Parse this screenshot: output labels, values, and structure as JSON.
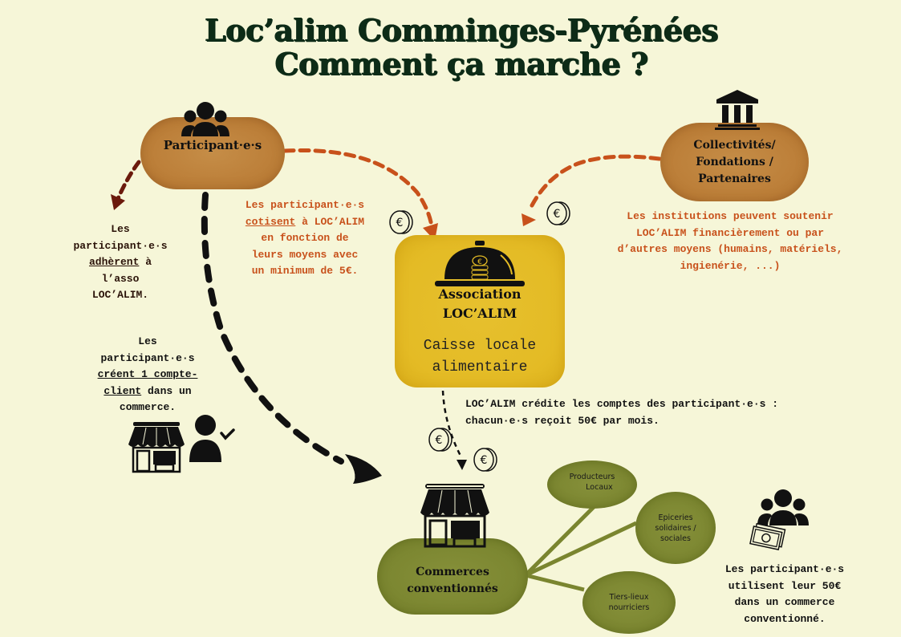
{
  "title": {
    "line1": "Loc’alim Comminges-Pyrénées",
    "line2": "Comment ça marche ?"
  },
  "nodes": {
    "participants": {
      "label": "Participant·e·s",
      "icon": "group-icon"
    },
    "partners": {
      "line1": "Collectivités/",
      "line2": "Fondations /",
      "line3": "Partenaires",
      "icon": "institution-building-icon"
    },
    "association": {
      "line1": "Association",
      "line2": "LOC’ALIM",
      "subtitle1": "Caisse locale",
      "subtitle2": "alimentaire",
      "icon": "cloche-coins-icon"
    },
    "commerces": {
      "line1": "Commerces",
      "line2": "conventionnés",
      "icon": "shop-icon"
    }
  },
  "commerce_types": [
    {
      "line1": "Producteurs",
      "line2": "Locaux"
    },
    {
      "line1": "Epiceries",
      "line2": "solidaires /",
      "line3": "sociales"
    },
    {
      "line1": "Tiers-lieux",
      "line2": "nourriciers"
    }
  ],
  "annotations": {
    "adhesion": {
      "l1": "Les",
      "l2": "participant·e·s",
      "l3_u": "adhèrent",
      "l3_rest": " à",
      "l4": "l’asso",
      "l5": "LOC’ALIM."
    },
    "cotisation": {
      "l1": "Les participant·e·s",
      "l2_u": "cotisent",
      "l2_rest": " à LOC’ALIM",
      "l3": "en fonction de",
      "l4": "leurs moyens avec",
      "l5": "un minimum de 5€."
    },
    "institutions": {
      "l1": "Les institutions peuvent soutenir",
      "l2": "LOC’ALIM financièrement ou par",
      "l3": "d’autres moyens (humains, matériels,",
      "l4": "ingienérie, ...)"
    },
    "compte_client": {
      "l1": "Les",
      "l2": "participant·e·s",
      "l3_u": "créent 1 compte-",
      "l4_u": "client",
      "l4_rest": " dans un",
      "l5": "commerce."
    },
    "credit": {
      "l1": "LOC’ALIM crédite les comptes des participant·e·s :",
      "l2": "chacun·e·s reçoit 50€ par mois."
    },
    "utilisation": {
      "l1": "Les participant·e·s",
      "l2": "utilisent leur 50€",
      "l3": "dans un commerce",
      "l4": "conventionné."
    }
  },
  "icons": {
    "coin": "€"
  },
  "colors": {
    "background": "#f6f6d8",
    "title": "#0d2b17",
    "brown_node": "#bb7d37",
    "yellow_node": "#e4bb25",
    "olive_node": "#7a852f",
    "orange_arrow": "#c8511b",
    "dark_red_arrow": "#6b1a0c"
  }
}
